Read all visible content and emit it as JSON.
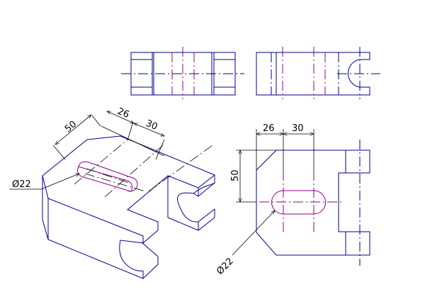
{
  "drawing": {
    "iso_dims": {
      "d50": "50",
      "d26": "26",
      "d30": "30",
      "dia": "Ø22"
    },
    "top_dims": {
      "d26": "26",
      "d30": "30",
      "d50": "50",
      "dia": "Ø22"
    },
    "colors": {
      "outline": "#00008b",
      "slot": "#8b008b",
      "dimension": "#000000"
    }
  }
}
